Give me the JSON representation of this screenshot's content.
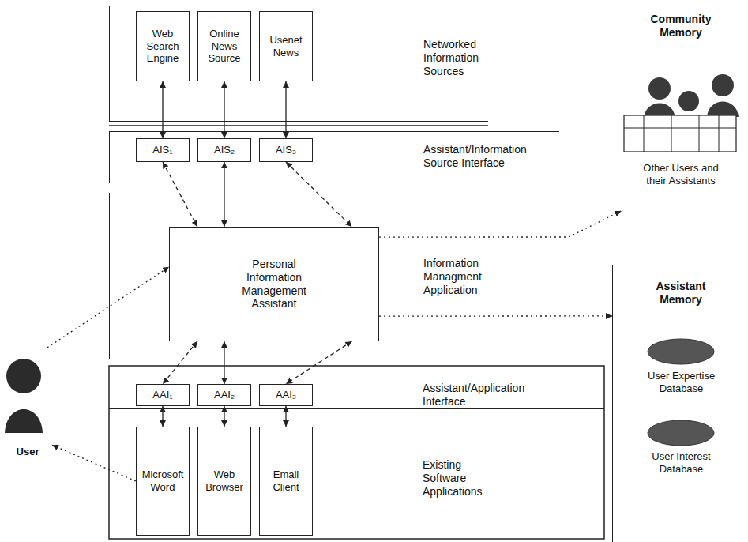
{
  "diagram": {
    "nodes": [
      {
        "text": [
          "Networked Information Sources"
        ]
      },
      {
        "text": [
          "Web Search Engine"
        ],
        "in": 0
      },
      {
        "text": [
          "Online News Source"
        ],
        "in": 0
      },
      {
        "text": [
          "Usenet News"
        ],
        "in": 0
      },
      {
        "text": [
          "Assistant/Information Source Interface"
        ]
      },
      {
        "text": [
          "AIS₁"
        ],
        "in": 4
      },
      {
        "text": [
          "AIS₂"
        ],
        "in": 4
      },
      {
        "text": [
          "AIS₃"
        ],
        "in": 4
      },
      {
        "text": [
          "Information Managment Application"
        ]
      },
      {
        "text": [
          "Personal Information Management Assistant"
        ],
        "in": 8
      },
      {
        "text": [
          "Assistant/Application Interface"
        ]
      },
      {
        "text": [
          "AAI₁"
        ],
        "in": 10
      },
      {
        "text": [
          "AAI₂"
        ],
        "in": 10
      },
      {
        "text": [
          "AAI₃"
        ],
        "in": 10
      },
      {
        "text": [
          "Existing Software Applications"
        ]
      },
      {
        "text": [
          "Microsoft Word"
        ],
        "in": 14
      },
      {
        "text": [
          "Web Browser"
        ],
        "in": 14
      },
      {
        "text": [
          "Email Client"
        ],
        "in": 14
      },
      {
        "text": [
          "Community Memory",
          "Other Users and their Assistants"
        ]
      },
      {
        "text": [
          "Assistant Memory"
        ]
      },
      {
        "text": [
          "User Expertise Database"
        ],
        "in": 19
      },
      {
        "text": [
          "User Interest Database"
        ],
        "in": 19
      },
      {
        "text": [
          "User"
        ]
      }
    ],
    "edges": [
      {
        "from": 1,
        "to": 5,
        "arrow": "both"
      },
      {
        "from": 2,
        "to": 6,
        "arrow": "both"
      },
      {
        "from": 3,
        "to": 7,
        "arrow": "both"
      },
      {
        "from": 5,
        "to": 9,
        "arrow": "both"
      },
      {
        "from": 6,
        "to": 9,
        "arrow": "both"
      },
      {
        "from": 7,
        "to": 9,
        "arrow": "both"
      },
      {
        "from": 9,
        "to": 11,
        "arrow": "both"
      },
      {
        "from": 9,
        "to": 12,
        "arrow": "both"
      },
      {
        "from": 9,
        "to": 13,
        "arrow": "both"
      },
      {
        "from": 11,
        "to": 15,
        "arrow": "both"
      },
      {
        "from": 12,
        "to": 16,
        "arrow": "both"
      },
      {
        "from": 13,
        "to": 17,
        "arrow": "both"
      },
      {
        "from": 22,
        "to": 9,
        "arrow": "to"
      },
      {
        "from": 9,
        "to": 18,
        "arrow": "to"
      },
      {
        "from": 9,
        "to": 19,
        "arrow": "to"
      },
      {
        "from": 15,
        "to": 22,
        "arrow": "to"
      }
    ]
  }
}
